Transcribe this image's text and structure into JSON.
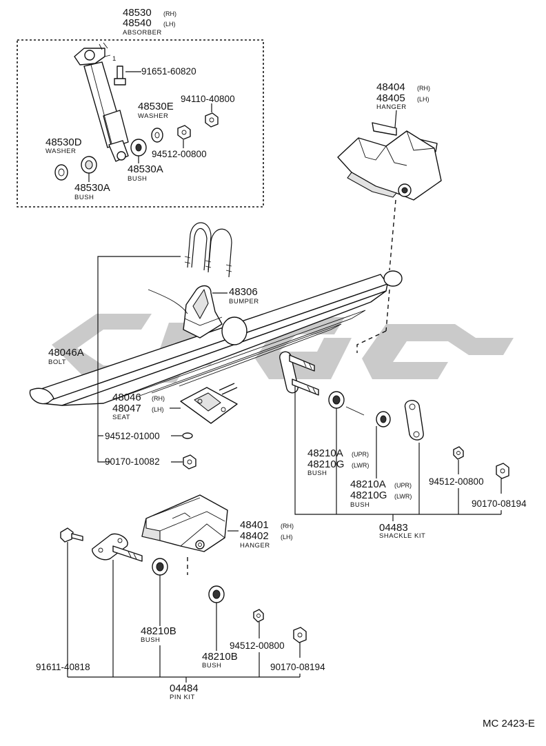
{
  "absorber": {
    "pn_rh": "48530",
    "q_rh": "(RH)",
    "pn_lh": "48540",
    "q_lh": "(LH)",
    "name": "ABSORBER",
    "callout_1": "1"
  },
  "parts": {
    "p91651": "91651-60820",
    "p94110": "94110-40800",
    "p48530E": "48530E",
    "p48530E_name": "WASHER",
    "p48530D": "48530D",
    "p48530D_name": "WASHER",
    "p94512_a": "94512-00800",
    "p48530A_1": "48530A",
    "p48530A_1_name": "BUSH",
    "p48530A_2": "48530A",
    "p48530A_2_name": "BUSH",
    "hanger_front_rh": "48404",
    "hanger_front_rh_q": "(RH)",
    "hanger_front_lh": "48405",
    "hanger_front_lh_q": "(LH)",
    "hanger_front_name": "HANGER",
    "p48306": "48306",
    "p48306_name": "BUMPER",
    "p48046A": "48046A",
    "p48046A_name": "BOLT",
    "seat_rh": "48046",
    "seat_rh_q": "(RH)",
    "seat_lh": "48047",
    "seat_lh_q": "(LH)",
    "seat_name": "SEAT",
    "p94512_01000": "94512-01000",
    "p90170_10082": "90170-10082",
    "bush_upr_1": "48210A",
    "bush_upr_1_q": "(UPR)",
    "bush_lwr_1": "48210G",
    "bush_lwr_1_q": "(LWR)",
    "bush_1_name": "BUSH",
    "bush_upr_2": "48210A",
    "bush_upr_2_q": "(UPR)",
    "bush_lwr_2": "48210G",
    "bush_lwr_2_q": "(LWR)",
    "bush_2_name": "BUSH",
    "p94512_b": "94512-00800",
    "p90170_08194_a": "90170-08194",
    "shackle_kit": "04483",
    "shackle_kit_name": "SHACKLE KIT",
    "hanger_rear_rh": "48401",
    "hanger_rear_rh_q": "(RH)",
    "hanger_rear_lh": "48402",
    "hanger_rear_lh_q": "(LH)",
    "hanger_rear_name": "HANGER",
    "p48210B_1": "48210B",
    "p48210B_1_name": "BUSH",
    "p48210B_2": "48210B",
    "p48210B_2_name": "BUSH",
    "p94512_c": "94512-00800",
    "p91611": "91611-40818",
    "p90170_08194_b": "90170-08194",
    "pin_kit": "04484",
    "pin_kit_name": "PIN KIT"
  },
  "figure_code": "MC 2423-E",
  "colors": {
    "ink": "#111111",
    "watermark": "#bdbdbd"
  }
}
